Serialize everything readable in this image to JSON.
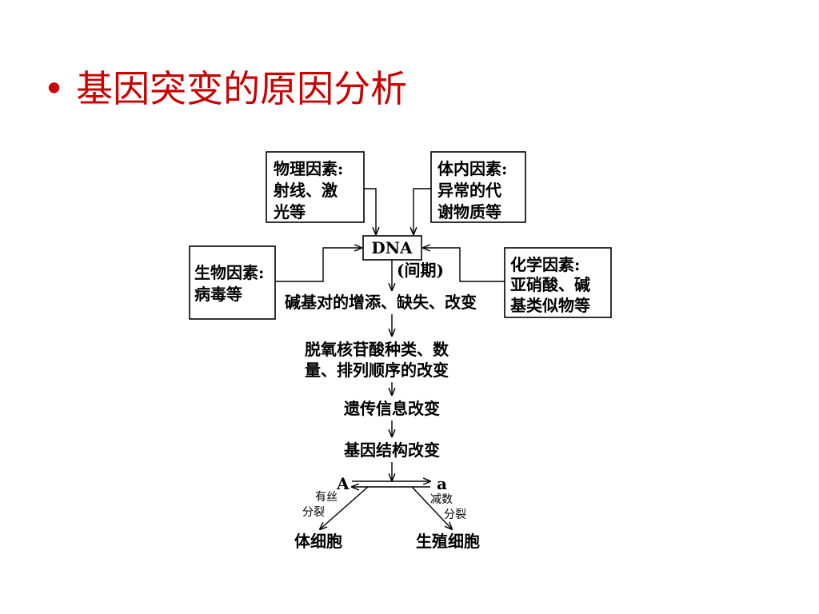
{
  "slide": {
    "bullet": "•",
    "title": "基因突变的原因分析"
  },
  "diagram": {
    "physical": [
      "物理因素:",
      "射线、激",
      "光等"
    ],
    "internal": [
      "体内因素:",
      "异常的代",
      "谢物质等"
    ],
    "biological": [
      "生物因素:",
      "病毒等"
    ],
    "chemical": [
      "化学因素:",
      "亚硝酸、碱",
      "基类似物等"
    ],
    "dna": "DNA",
    "interphase": "(间期)",
    "step1": "碱基对的增添、缺失、改变",
    "step2": [
      "脱氧核苷酸种类、数",
      "量、排列顺序的改变"
    ],
    "step3": "遗传信息改变",
    "step4": "基因结构改变",
    "allele_A": "A",
    "allele_a": "a",
    "mitosis": [
      "有丝",
      "分裂"
    ],
    "meiosis": [
      "减数",
      "分裂"
    ],
    "somatic": "体细胞",
    "germ": "生殖细胞"
  }
}
